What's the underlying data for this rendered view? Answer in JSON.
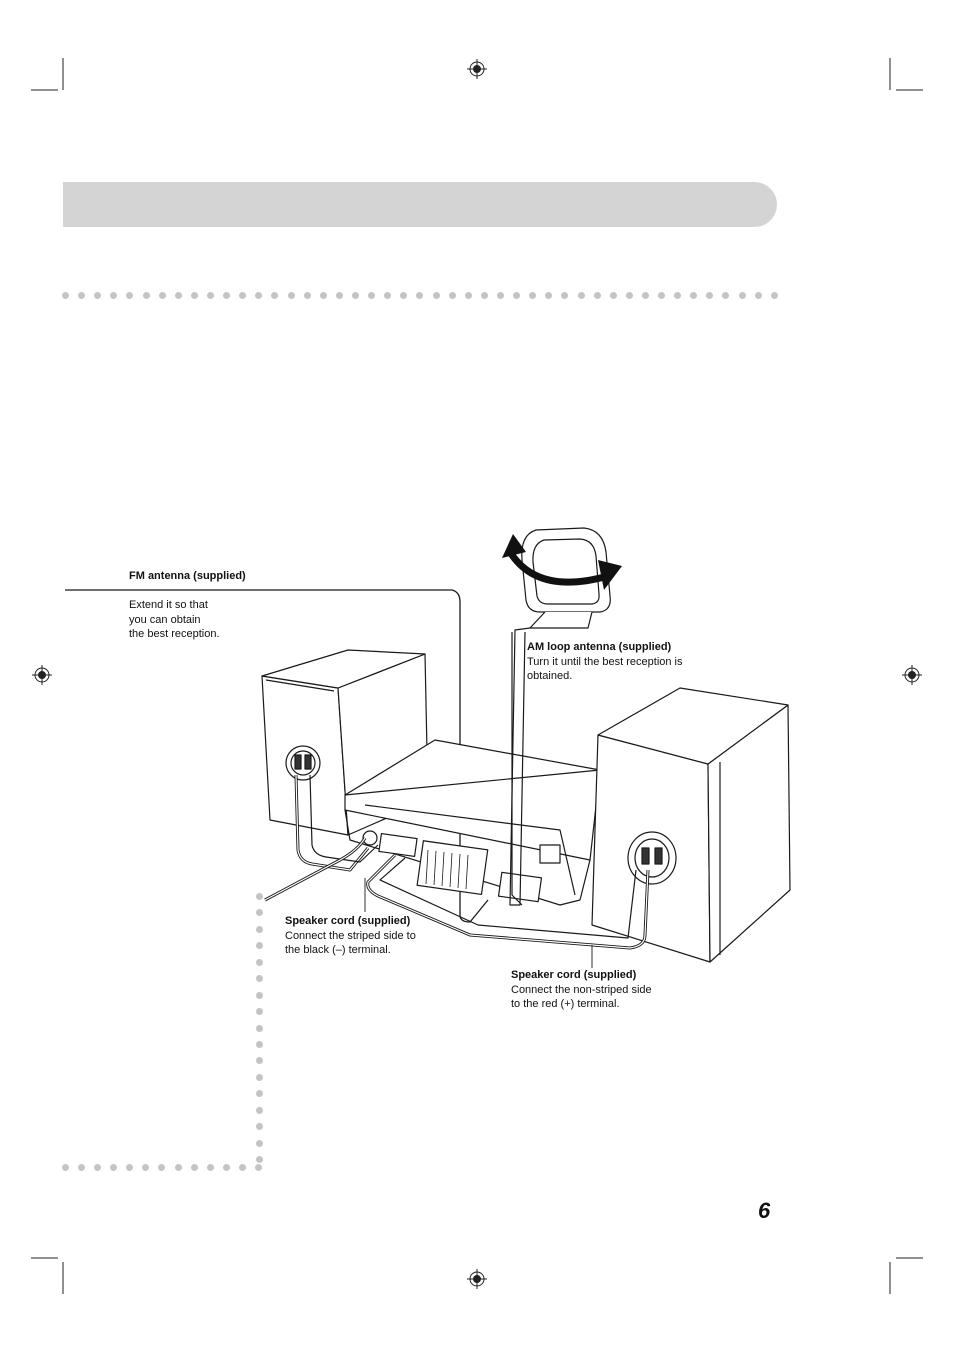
{
  "page": {
    "number": "6"
  },
  "labels": {
    "fm_antenna": {
      "title": "FM antenna (supplied)",
      "lines": [
        "Extend it so that",
        "you can obtain",
        "the best reception."
      ]
    },
    "am_antenna": {
      "title": "AM loop antenna (supplied)",
      "lines": [
        "Turn it until the best reception is",
        "obtained."
      ]
    },
    "speaker_cord_left": {
      "title": "Speaker cord (supplied)",
      "lines": [
        "Connect the striped side to",
        "the black (–) terminal."
      ]
    },
    "speaker_cord_right": {
      "title": "Speaker cord (supplied)",
      "lines": [
        "Connect the non-striped side",
        "to the red (+) terminal."
      ]
    }
  },
  "icons": [
    "registration-mark-icon",
    "crop-mark-icon",
    "rotate-arrow-icon"
  ],
  "colors": {
    "header_bar": "#d4d4d4",
    "dots": "#c4c4c4",
    "arrow": "#111111"
  }
}
